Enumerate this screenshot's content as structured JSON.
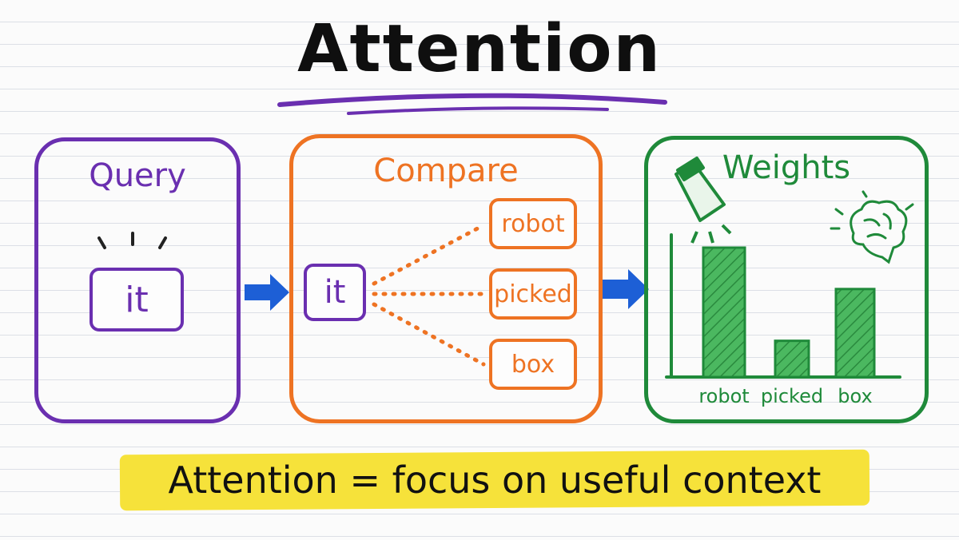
{
  "title": "Attention",
  "query": {
    "title": "Query",
    "token": "it"
  },
  "compare": {
    "title": "Compare",
    "query_token": "it",
    "keys": [
      "robot",
      "picked",
      "box"
    ]
  },
  "weights": {
    "title": "Weights",
    "bars": [
      {
        "label": "robot",
        "value": 1.0
      },
      {
        "label": "picked",
        "value": 0.28
      },
      {
        "label": "box",
        "value": 0.68
      }
    ]
  },
  "summary": "Attention = focus on useful context",
  "colors": {
    "query": "#6a2fb0",
    "compare": "#ee7323",
    "weights": "#1f8a3a",
    "arrow": "#1d5fd6",
    "highlight": "#f6e23a"
  },
  "icons": [
    "spotlight-icon",
    "brain-icon"
  ]
}
